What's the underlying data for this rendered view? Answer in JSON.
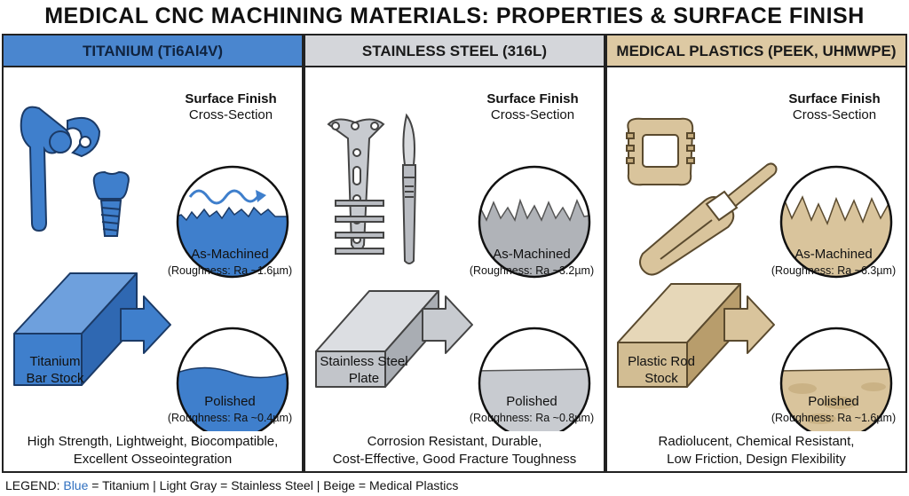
{
  "title": "MEDICAL CNC MACHINING MATERIALS: PROPERTIES & SURFACE FINISH",
  "colors": {
    "titanium": "#4a86cf",
    "stainless": "#d4d6da",
    "plastics": "#ddc9a3"
  },
  "panels": [
    {
      "header": "TITANIUM (Ti6Al4V)",
      "surface_finish_title": "Surface Finish",
      "cross_section": "Cross-Section",
      "as_machined": "As-Machined",
      "as_machined_roughness": "(Roughness: Ra ~1.6µm)",
      "polished": "Polished",
      "polished_roughness": "(Roughness: Ra ~0.4µm)",
      "stock_line1": "Titanium",
      "stock_line2": "Bar Stock",
      "props_line1": "High Strength, Lightweight, Biocompatible,",
      "props_line2": "Excellent Osseointegration",
      "icons": [
        "hip-implant-icon",
        "dental-implant-icon",
        "bar-stock-icon"
      ]
    },
    {
      "header": "STAINLESS STEEL (316L)",
      "surface_finish_title": "Surface Finish",
      "cross_section": "Cross-Section",
      "as_machined": "As-Machined",
      "as_machined_roughness": "(Roughness: Ra ~3.2µm)",
      "polished": "Polished",
      "polished_roughness": "(Roughness: Ra ~0.8µm)",
      "stock_line1": "Stainless Steel",
      "stock_line2": "Plate",
      "props_line1": "Corrosion Resistant, Durable,",
      "props_line2": "Cost-Effective, Good Fracture Toughness",
      "icons": [
        "bone-plate-icon",
        "scalpel-icon",
        "plate-stock-icon"
      ]
    },
    {
      "header": "MEDICAL PLASTICS (PEEK, UHMWPE)",
      "surface_finish_title": "Surface Finish",
      "cross_section": "Cross-Section",
      "as_machined": "As-Machined",
      "as_machined_roughness": "(Roughness: Ra ~6.3µm)",
      "polished": "Polished",
      "polished_roughness": "(Roughness: Ra ~1.6µm)",
      "stock_line1": "Plastic Rod",
      "stock_line2": "Stock",
      "props_line1": "Radiolucent, Chemical Resistant,",
      "props_line2": "Low Friction, Design Flexibility",
      "icons": [
        "spinal-cage-icon",
        "surgical-instrument-icon",
        "rod-stock-icon"
      ]
    }
  ],
  "legend": {
    "prefix": "LEGEND: ",
    "blue": "Blue",
    "blue_text": " = Titanium | Light Gray = Stainless Steel | Beige = Medical Plastics"
  }
}
